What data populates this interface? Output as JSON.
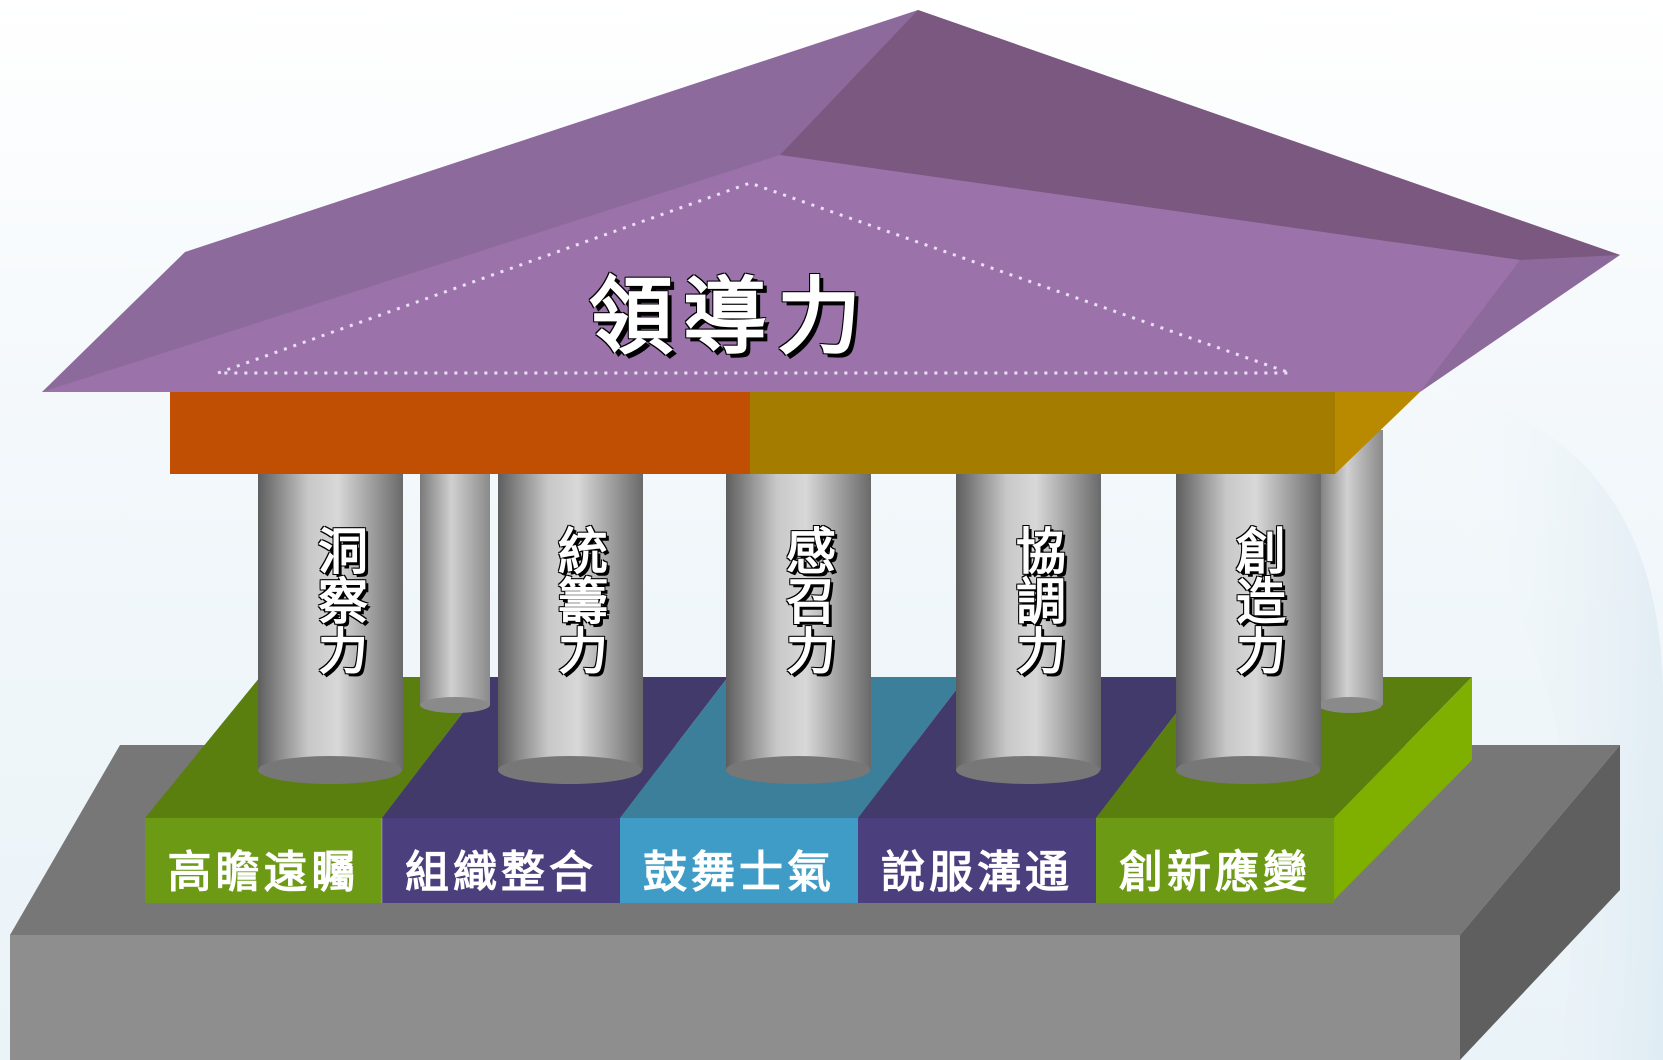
{
  "title": "領導力",
  "pillars": [
    {
      "label": "洞察力",
      "base": "高瞻遠矚",
      "base_color": "#6c9a14"
    },
    {
      "label": "統籌力",
      "base": "組織整合",
      "base_color": "#4b3f7e"
    },
    {
      "label": "感召力",
      "base": "鼓舞士氣",
      "base_color": "#3e9cc6"
    },
    {
      "label": "協調力",
      "base": "說服溝通",
      "base_color": "#4b3f7e"
    },
    {
      "label": "創造力",
      "base": "創新應變",
      "base_color": "#6c9a14"
    }
  ],
  "colors": {
    "roof": "#9a6eaa",
    "roof_shadow": "#7a587f",
    "beam_left": "#c04f04",
    "beam_right": "#a47c00",
    "platform": "#8c8c8c",
    "column": "#b0b0b0"
  }
}
